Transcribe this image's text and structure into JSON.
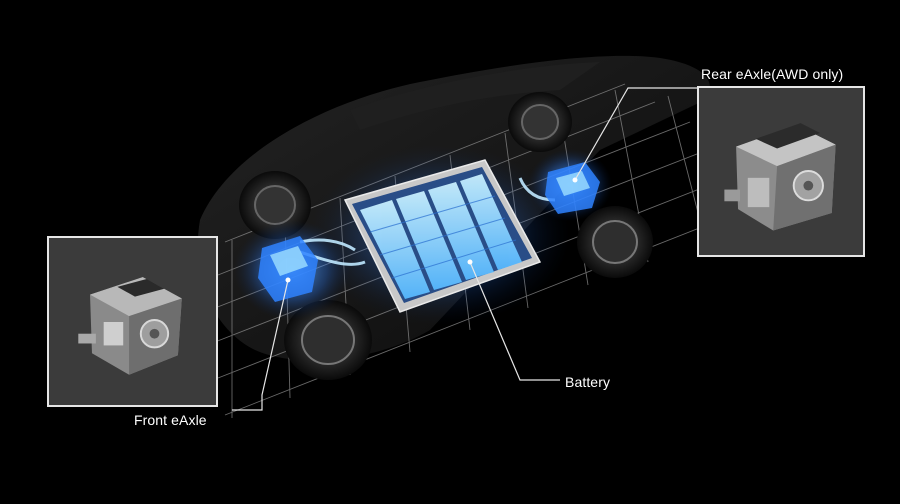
{
  "labels": {
    "front": "Front eAxle",
    "rear": "Rear eAxle(AWD only)",
    "battery": "Battery"
  },
  "colors": {
    "background": "#000000",
    "glow": "#3fa9ff",
    "battery_cell": "#8fd8ff",
    "grid": "#9a9a9a",
    "leader": "#e6e6e6"
  },
  "icons": {
    "front_inset": "front-eaxle-unit-icon",
    "rear_inset": "rear-eaxle-unit-icon",
    "battery": "battery-pack-icon"
  }
}
